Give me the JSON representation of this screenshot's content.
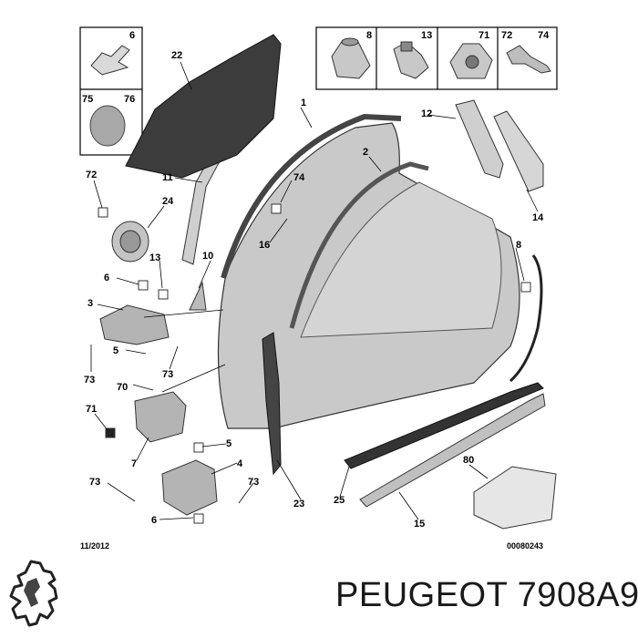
{
  "callouts": {
    "c1": "1",
    "c2": "2",
    "c3": "3",
    "c4": "4",
    "c5a": "5",
    "c5b": "5",
    "c6top": "6",
    "c6a": "6",
    "c6b": "6",
    "c7": "7",
    "c8top": "8",
    "c8": "8",
    "c10": "10",
    "c11": "11",
    "c12": "12",
    "c13top": "13",
    "c13": "13",
    "c14": "14",
    "c15": "15",
    "c16": "16",
    "c22": "22",
    "c23": "23",
    "c24": "24",
    "c25": "25",
    "c70": "70",
    "c71top": "71",
    "c71": "71",
    "c72top": "72",
    "c72": "72",
    "c73a": "73",
    "c73b": "73",
    "c73c": "73",
    "c73d": "73",
    "c74top": "74",
    "c74": "74",
    "c75": "75",
    "c76": "76",
    "c80": "80"
  },
  "footer": {
    "date": "11/2012",
    "ref": "00080243"
  },
  "caption": "PEUGEOT 7908A9",
  "icons": {
    "logo": "peugeot-lion-icon"
  }
}
